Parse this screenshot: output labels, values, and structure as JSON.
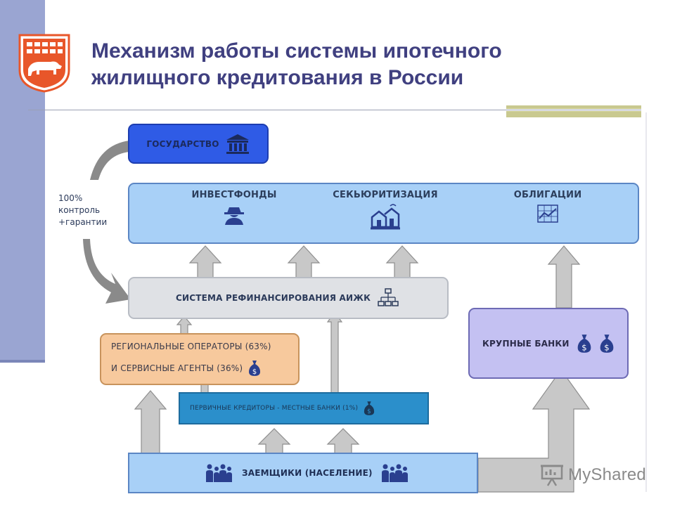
{
  "title": {
    "line1": "Механизм работы системы ипотечного",
    "line2": "жилищного кредитования в России"
  },
  "diagram": {
    "state": "ГОСУДАРСТВО",
    "control": {
      "line1": "100%",
      "line2": "контроль",
      "line3": "+гарантии"
    },
    "top_row": {
      "investfunds": "ИНВЕСТФОНДЫ",
      "securitization": "СЕКЬЮРИТИЗАЦИЯ",
      "bonds": "ОБЛИГАЦИИ"
    },
    "refinancing": "СИСТЕМА РЕФИНАНСИРОВАНИЯ АИЖК",
    "regional": {
      "line1": "РЕГИОНАЛЬНЫЕ ОПЕРАТОРЫ (63%)",
      "line2": "И СЕРВИСНЫЕ АГЕНТЫ (36%)"
    },
    "big_banks": "КРУПНЫЕ БАНКИ",
    "primary": "ПЕРВИЧНЫЕ КРЕДИТОРЫ - МЕСТНЫЕ БАНКИ (1%)",
    "borrowers": "ЗАЕМЩИКИ (НАСЕЛЕНИЕ)"
  },
  "watermark": "MyShared",
  "colors": {
    "title": "#404080",
    "state_box": "#2f5be6",
    "light_blue_box": "#a8d0f7",
    "grey_box": "#dfe1e5",
    "orange_box": "#f7c99d",
    "violet_box": "#c4c1f2",
    "teal_box": "#2b8fcb",
    "icon_blue": "#2a3f8f",
    "arrow_fill": "#c8c8c8"
  },
  "icons": [
    "coat-of-arms",
    "government-building-icon",
    "spy-icon",
    "houses-icon",
    "chart-icon",
    "network-icon",
    "money-bag-icon",
    "people-icon",
    "presentation-icon"
  ]
}
